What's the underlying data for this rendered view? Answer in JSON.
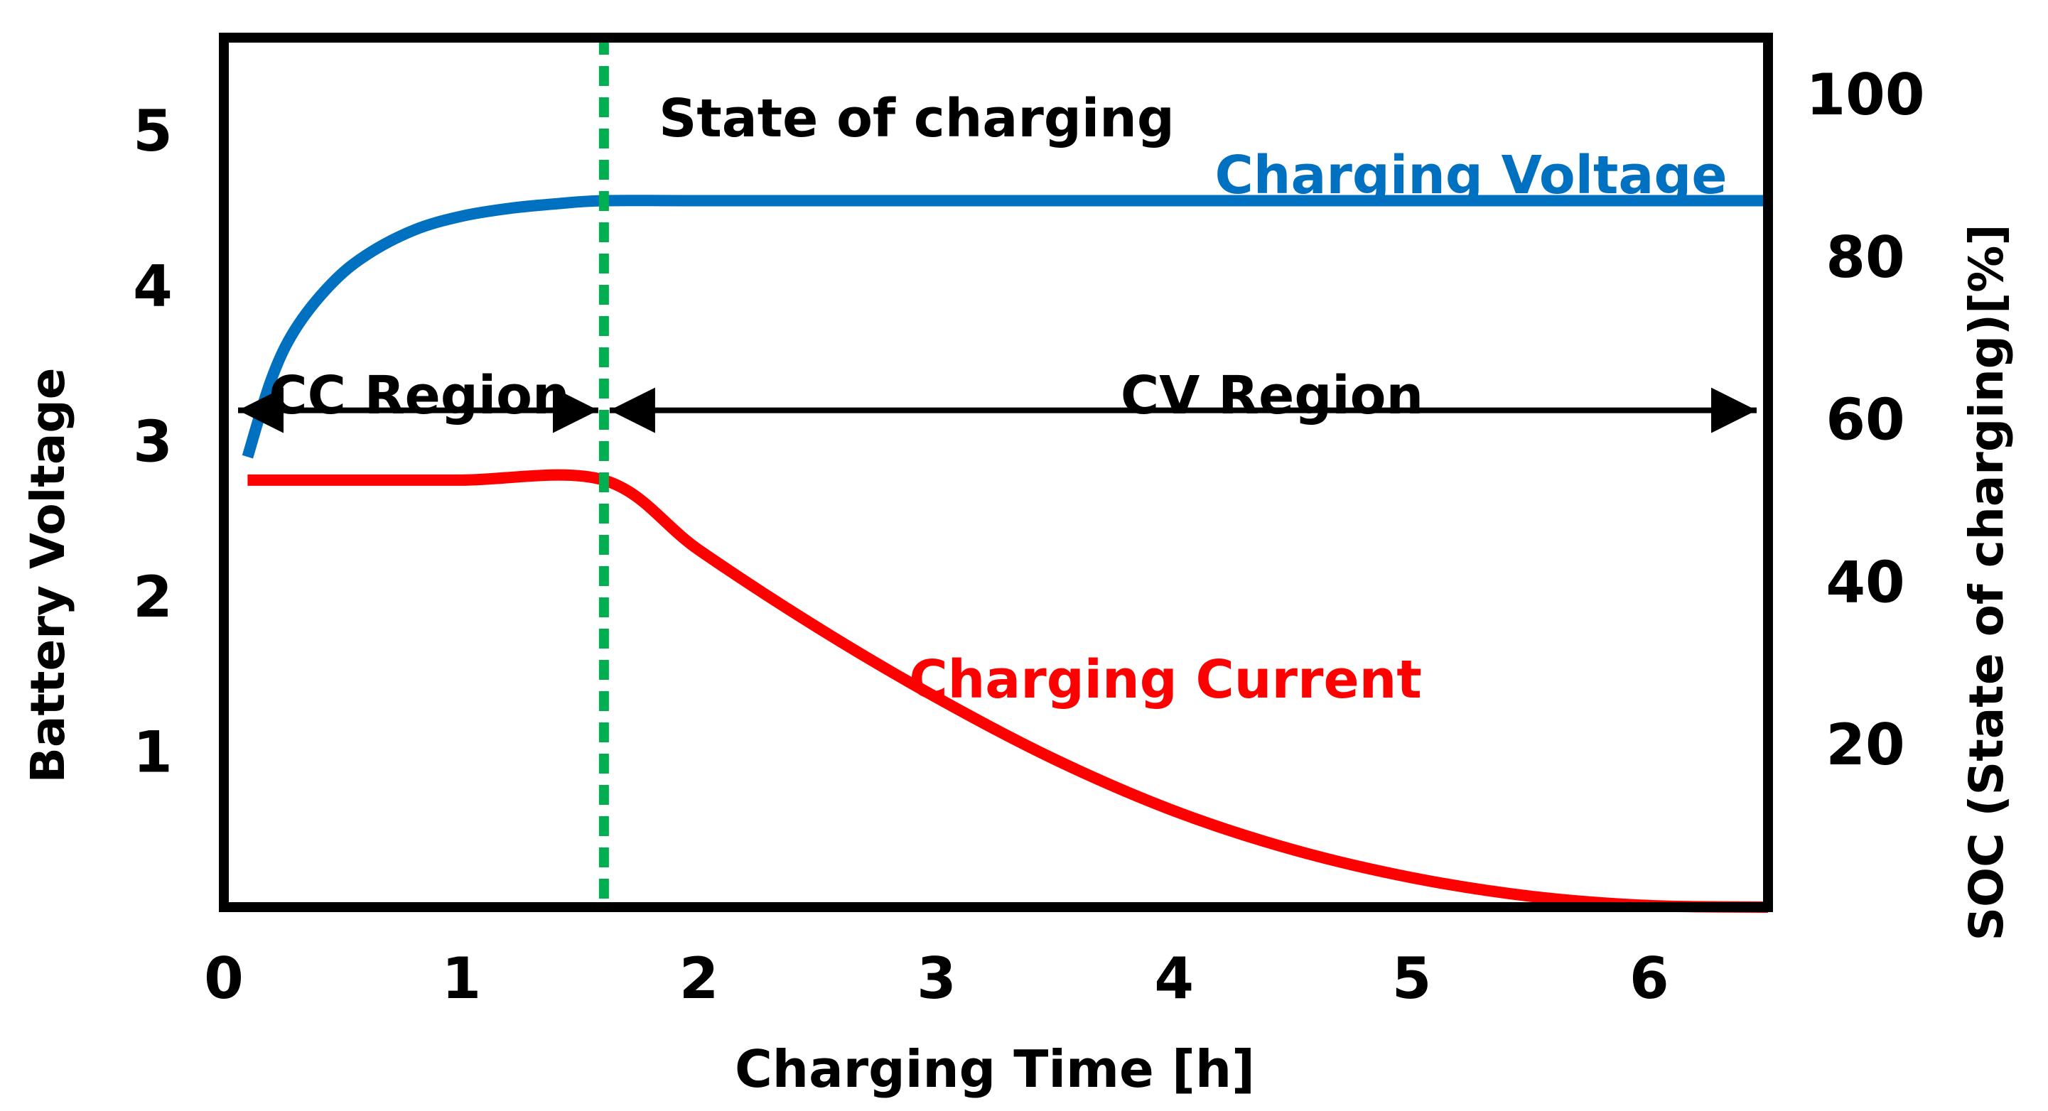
{
  "chart_data": {
    "type": "line",
    "title": "",
    "xlabel": "Charging Time [h]",
    "ylabel": "Battery Voltage",
    "y2label": "SOC (State of charging)[%]",
    "xlim": [
      0,
      6.5
    ],
    "ylim": [
      0,
      5.6
    ],
    "y2lim": [
      0,
      107
    ],
    "x_ticks": [
      "0",
      "1",
      "2",
      "3",
      "4",
      "5",
      "6"
    ],
    "y_ticks": [
      "1",
      "2",
      "3",
      "4",
      "5"
    ],
    "y2_ticks": [
      "20",
      "40",
      "60",
      "80",
      "100"
    ],
    "grid": false,
    "series": [
      {
        "name": "Charging Voltage",
        "color": "#0070c0",
        "x": [
          0.1,
          0.2,
          0.3,
          0.45,
          0.6,
          0.8,
          1.0,
          1.2,
          1.4,
          1.6,
          2.0,
          3.0,
          4.0,
          5.0,
          6.0,
          6.5
        ],
        "y": [
          2.9,
          3.4,
          3.72,
          4.01,
          4.2,
          4.36,
          4.45,
          4.5,
          4.53,
          4.55,
          4.55,
          4.55,
          4.55,
          4.55,
          4.55,
          4.55
        ]
      },
      {
        "name": "Charging Current",
        "color": "#ff0000",
        "x": [
          0.1,
          0.5,
          1.0,
          1.6,
          2.0,
          2.5,
          3.0,
          3.5,
          4.0,
          4.5,
          5.0,
          5.5,
          6.0,
          6.5
        ],
        "y": [
          2.75,
          2.75,
          2.75,
          2.75,
          2.3,
          1.8,
          1.35,
          0.95,
          0.62,
          0.37,
          0.19,
          0.07,
          0.01,
          0.0
        ]
      }
    ],
    "annotations": {
      "state_title": "State of charging",
      "cc_region": "CC Region",
      "cv_region": "CV Region",
      "transition_x": 1.6,
      "arrow_y": 3.2
    }
  }
}
